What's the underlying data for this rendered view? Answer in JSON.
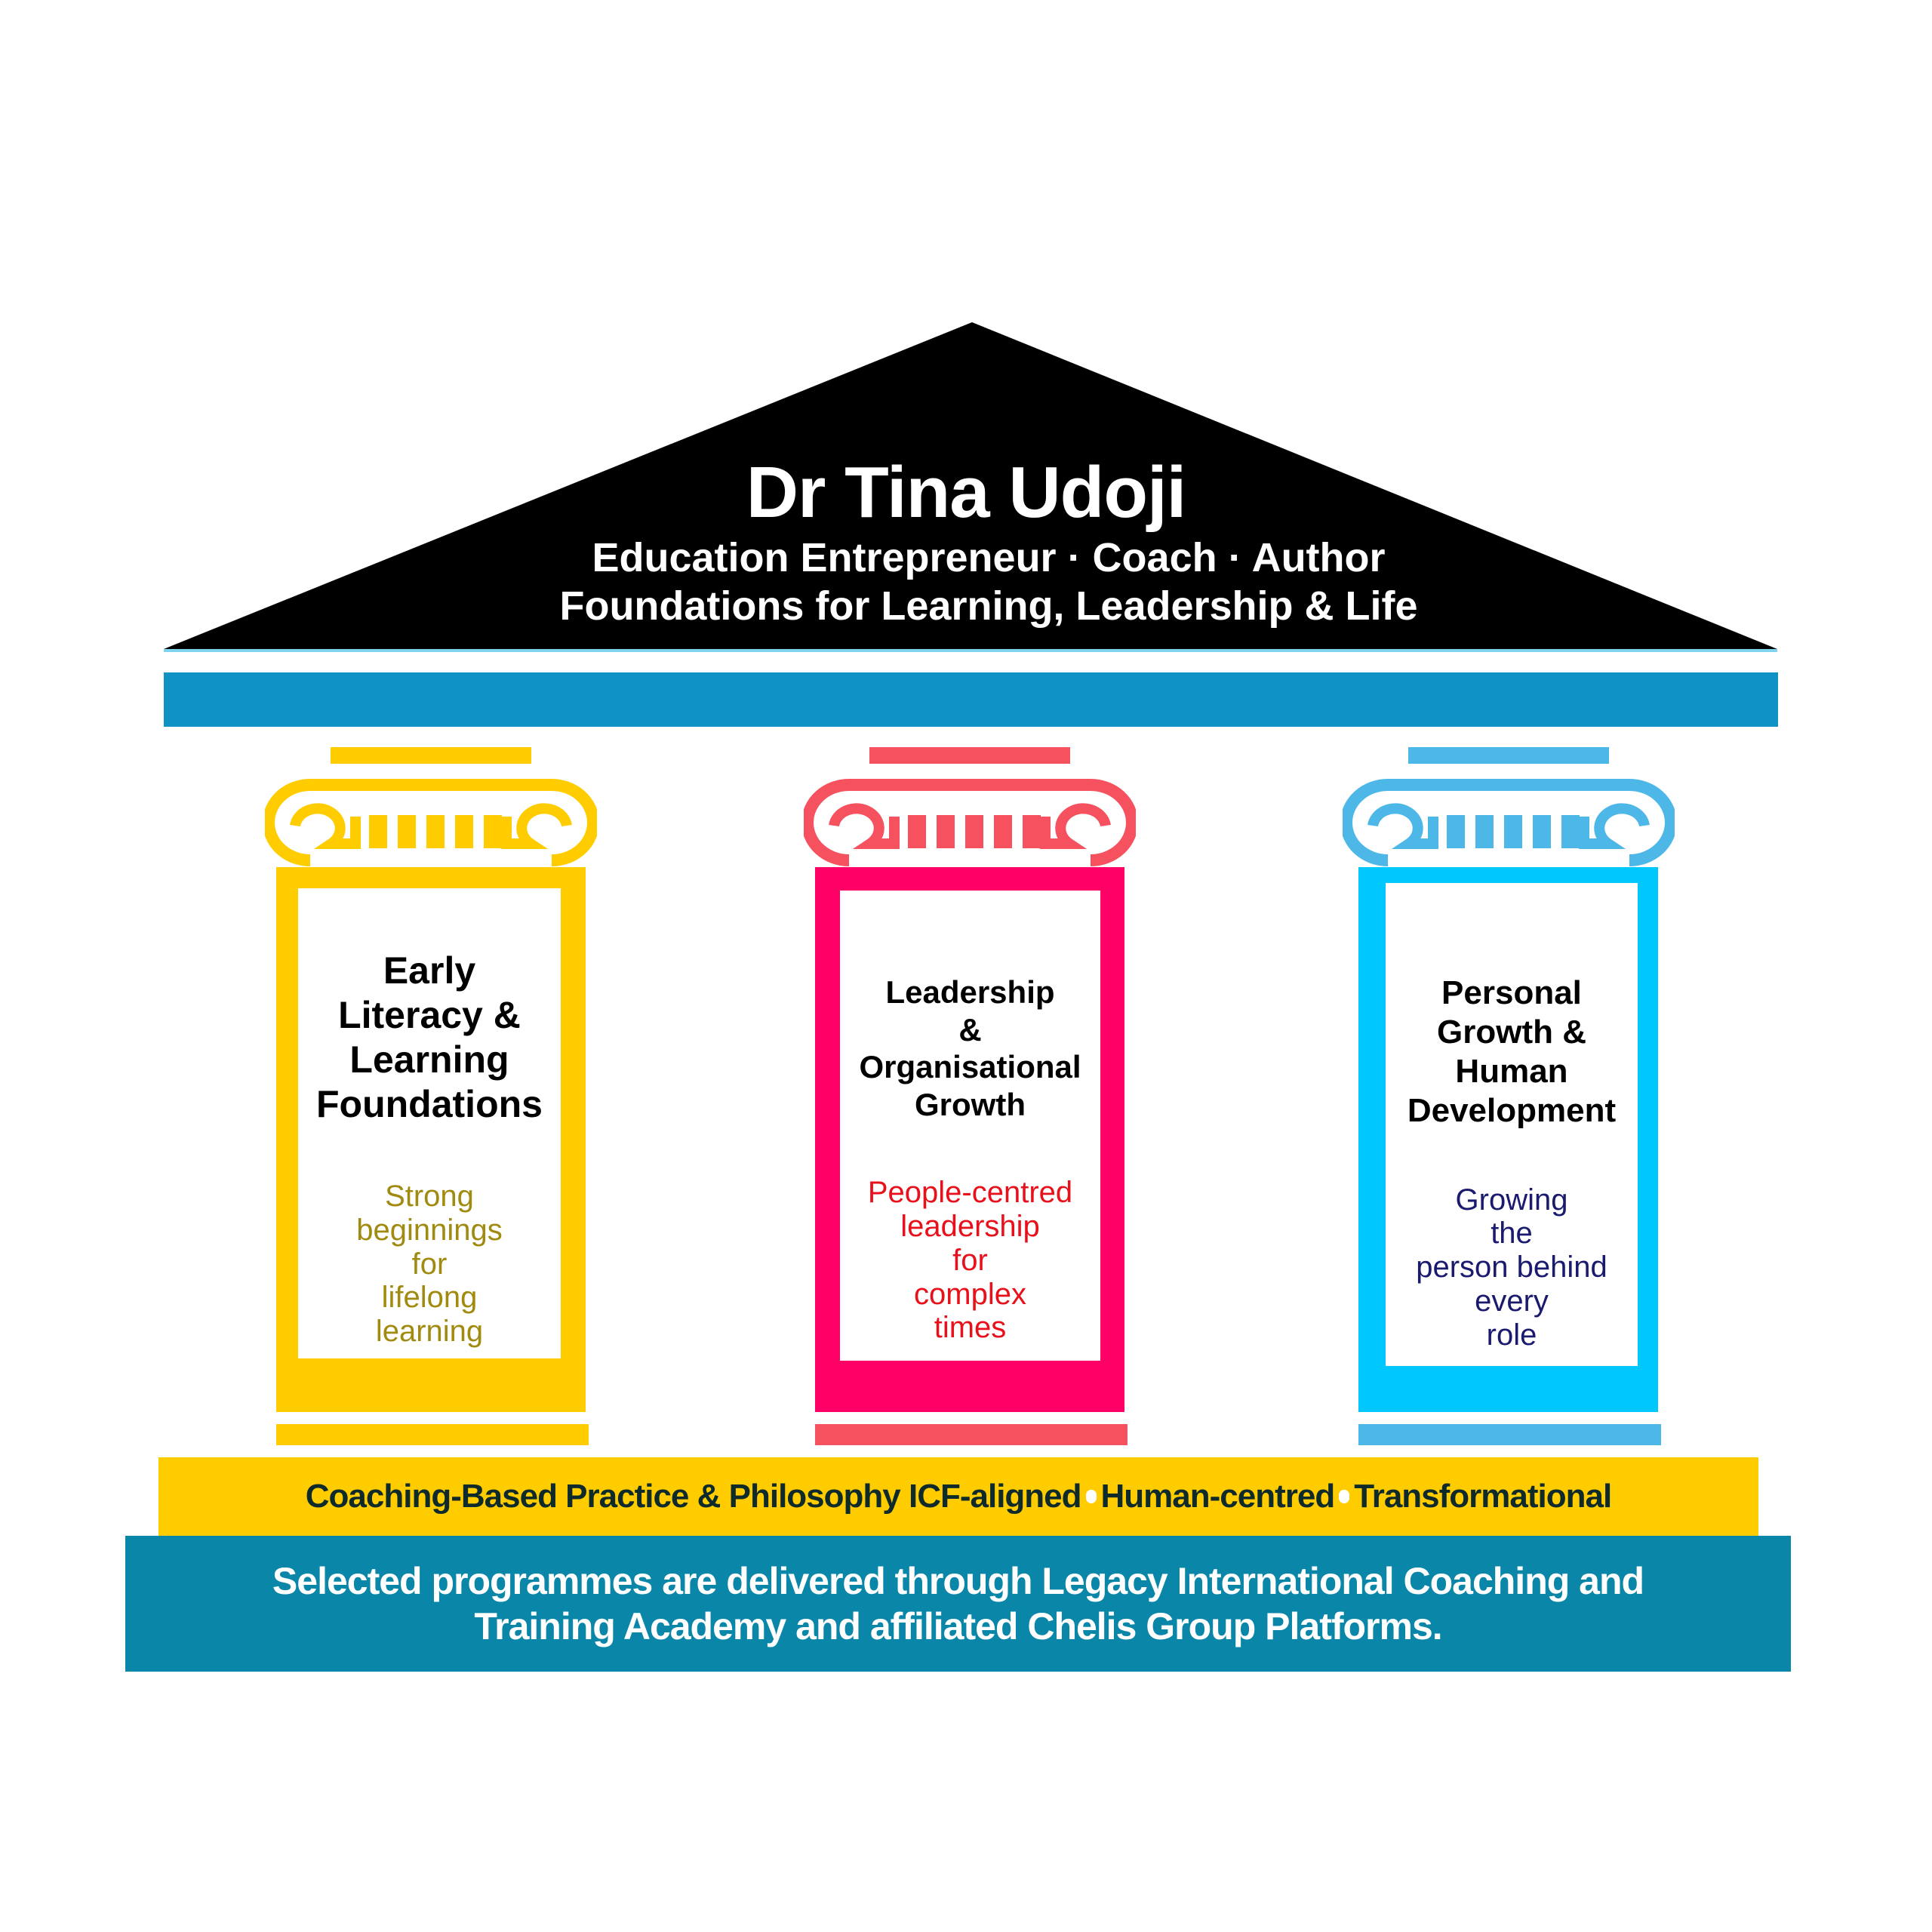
{
  "header": {
    "name": "Dr Tina Udoji",
    "roles": "Education Entrepreneur · Coach · Author",
    "tagline": "Foundations for Learning, Leadership & Life"
  },
  "pillars": [
    {
      "title_lines": [
        "Early",
        "Literacy &",
        "Learning",
        "Foundations"
      ],
      "subtitle_lines": [
        "Strong",
        "beginnings",
        "for",
        "lifelong",
        "learning"
      ],
      "color": "#FFCC00",
      "cap_color": "#FFCC00",
      "text_color": "#A08A10"
    },
    {
      "title_lines": [
        "Leadership",
        "&",
        "Organisational",
        "Growth"
      ],
      "subtitle_lines": [
        "People-centred",
        "leadership",
        "for",
        "complex",
        "times"
      ],
      "color": "#FF0066",
      "cap_color": "#F5515F",
      "text_color": "#E8101A"
    },
    {
      "title_lines": [
        "Personal",
        "Growth &",
        "Human",
        "Development"
      ],
      "subtitle_lines": [
        "Growing",
        "the",
        "person behind",
        "every",
        "role"
      ],
      "color": "#00C8FF",
      "cap_color": "#4DB8E8",
      "text_color": "#1A1A6E"
    }
  ],
  "foundation": {
    "practice": "Coaching-Based Practice & Philosophy ICF-aligned",
    "value1": "Human-centred",
    "value2": "Transformational"
  },
  "footer": {
    "line1": "Selected programmes are delivered through Legacy International Coaching and",
    "line2": "Training Academy and affiliated Chelis Group Platforms."
  }
}
